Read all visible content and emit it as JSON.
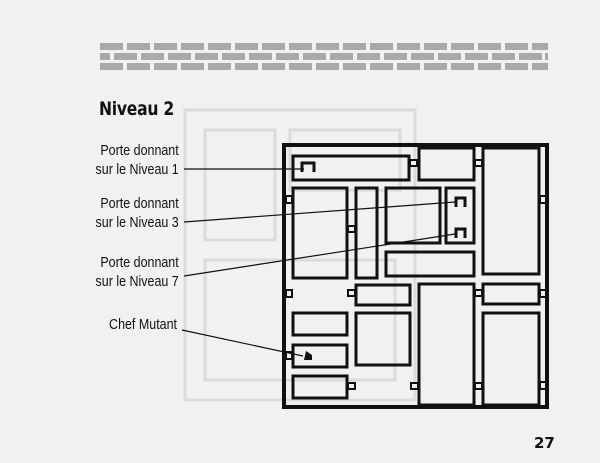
{
  "title": "Niveau 2",
  "labels": [
    {
      "line1": "Porte donnant",
      "line2": "sur le Niveau 1"
    },
    {
      "line1": "Porte donnant",
      "line2": "sur le Niveau 3"
    },
    {
      "line1": "Porte donnant",
      "line2": "sur le Niveau 7"
    },
    {
      "line1": "Chef Mutant",
      "line2": ""
    }
  ],
  "page_number": "27",
  "colors": {
    "background": "#f1f1ef",
    "ink": "#111111",
    "brick": "#a9a9a9"
  }
}
